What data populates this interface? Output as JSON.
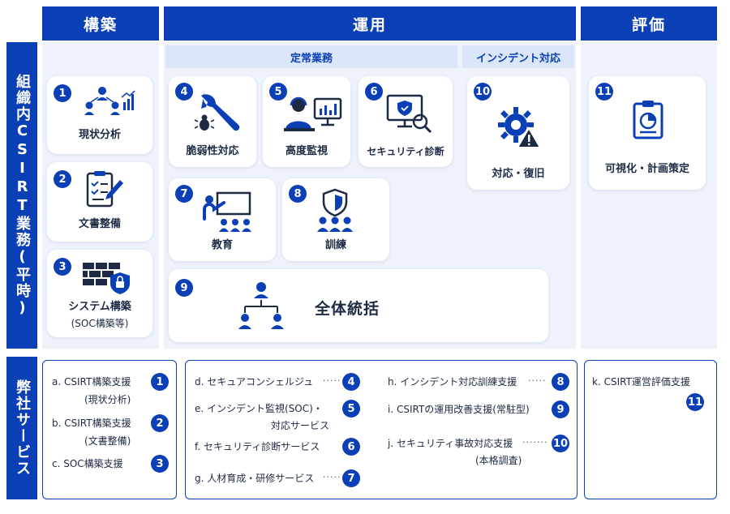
{
  "row_labels": {
    "top": "組織内CSIRT業務(平時)",
    "bottom": "弊社サービス"
  },
  "columns": {
    "build": "構築",
    "operate": "運用",
    "evaluate": "評価"
  },
  "subheaders": {
    "routine": "定常業務",
    "incident": "インシデント対応"
  },
  "cards": [
    {
      "num": "1",
      "label": "現状分析",
      "icon": "org-chart-analysis-icon"
    },
    {
      "num": "2",
      "label": "文書整備",
      "icon": "document-checklist-icon"
    },
    {
      "num": "3",
      "label": "システム構築",
      "label2": "(SOC構築等)",
      "icon": "firewall-lock-icon"
    },
    {
      "num": "4",
      "label": "脆弱性対応",
      "icon": "wrench-bug-icon"
    },
    {
      "num": "5",
      "label": "高度監視",
      "icon": "operator-monitor-icon"
    },
    {
      "num": "6",
      "label": "セキュリティ診断",
      "icon": "monitor-shield-search-icon"
    },
    {
      "num": "7",
      "label": "教育",
      "icon": "presentation-audience-icon"
    },
    {
      "num": "8",
      "label": "訓練",
      "icon": "shield-team-icon"
    },
    {
      "num": "9",
      "label": "全体統括",
      "icon": "hierarchy-icon"
    },
    {
      "num": "10",
      "label": "対応・復旧",
      "icon": "gear-warning-icon"
    },
    {
      "num": "11",
      "label": "可視化・計画策定",
      "icon": "clipboard-chart-icon"
    }
  ],
  "services_left": [
    {
      "text": "a. CSIRT構築支援",
      "sub": "(現状分析)",
      "num": "1"
    },
    {
      "text": "b. CSIRT構築支援",
      "sub": "(文書整備)",
      "num": "2"
    },
    {
      "text": "c. SOC構築支援",
      "num": "3"
    }
  ],
  "services_mid_left": [
    {
      "text": "d. セキュアコンシェルジュ",
      "dots": "·····",
      "num": "4"
    },
    {
      "text": "e. インシデント監視(SOC)・",
      "sub": "対応サービス",
      "num": "5"
    },
    {
      "text": "f. セキュリティ診断サービス",
      "num": "6"
    },
    {
      "text": "g. 人材育成・研修サービス",
      "dots": "·····",
      "num": "7"
    }
  ],
  "services_mid_right": [
    {
      "text": "h. インシデント対応訓練支援",
      "dots": "·····",
      "num": "8"
    },
    {
      "text": "i. CSIRTの運用改善支援(常駐型)",
      "num": "9"
    },
    {
      "text": "j. セキュリティ事故対応支援",
      "dots": "·······",
      "sub": "(本格調査)",
      "num": "10"
    }
  ],
  "services_right": [
    {
      "text": "k. CSIRT運営評価支援",
      "num": "11"
    }
  ],
  "colors": {
    "primary": "#0a3fb5",
    "panel": "#eef3fb",
    "subheader": "#dbe6f8"
  }
}
